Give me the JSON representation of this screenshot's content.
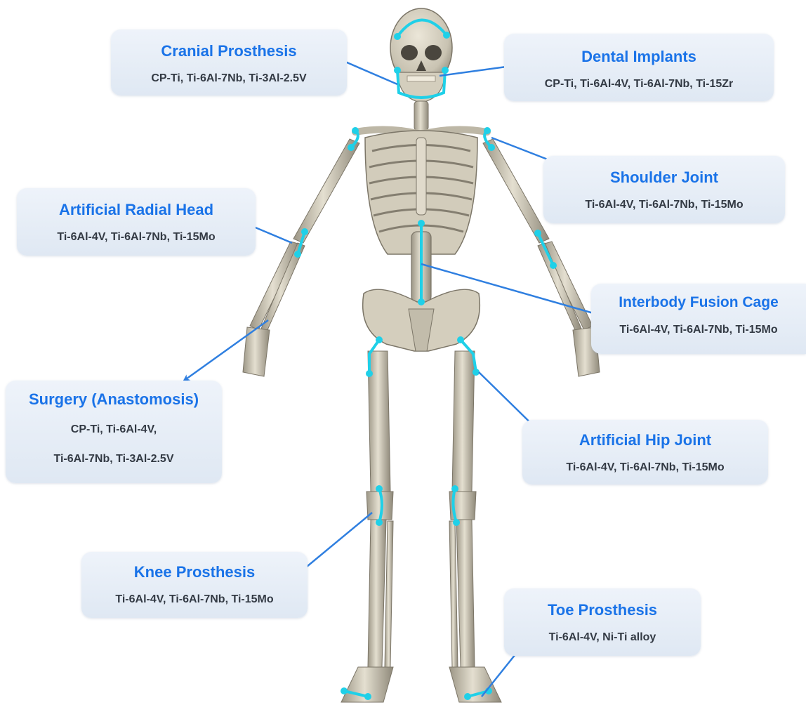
{
  "colors": {
    "title": "#1a73e8",
    "materials_text": "#333a44",
    "arrow": "#2f7fe0",
    "implant_marker": "#1fd0e8",
    "bone_light": "#ded8c8",
    "bone_dark": "#8e887a"
  },
  "labels": {
    "cranial": {
      "title": "Cranial Prosthesis",
      "materials": "CP-Ti, Ti-6Al-7Nb, Ti-3Al-2.5V"
    },
    "dental": {
      "title": "Dental Implants",
      "materials": "CP-Ti, Ti-6Al-4V, Ti-6Al-7Nb, Ti-15Zr"
    },
    "shoulder": {
      "title": "Shoulder Joint",
      "materials": "Ti-6Al-4V, Ti-6Al-7Nb, Ti-15Mo"
    },
    "radial": {
      "title": "Artificial Radial Head",
      "materials": "Ti-6Al-4V, Ti-6Al-7Nb, Ti-15Mo"
    },
    "fusion": {
      "title": "Interbody Fusion Cage",
      "materials": "Ti-6Al-4V, Ti-6Al-7Nb, Ti-15Mo"
    },
    "surgery": {
      "title": "Surgery (Anastomosis)",
      "materials_line1": "CP-Ti, Ti-6Al-4V,",
      "materials_line2": "Ti-6Al-7Nb, Ti-3Al-2.5V"
    },
    "hip": {
      "title": "Artificial Hip Joint",
      "materials": "Ti-6Al-4V, Ti-6Al-7Nb, Ti-15Mo"
    },
    "knee": {
      "title": "Knee Prosthesis",
      "materials": "Ti-6Al-4V, Ti-6Al-7Nb, Ti-15Mo"
    },
    "toe": {
      "title": "Toe Prosthesis",
      "materials": "Ti-6Al-4V, Ni-Ti alloy"
    }
  }
}
